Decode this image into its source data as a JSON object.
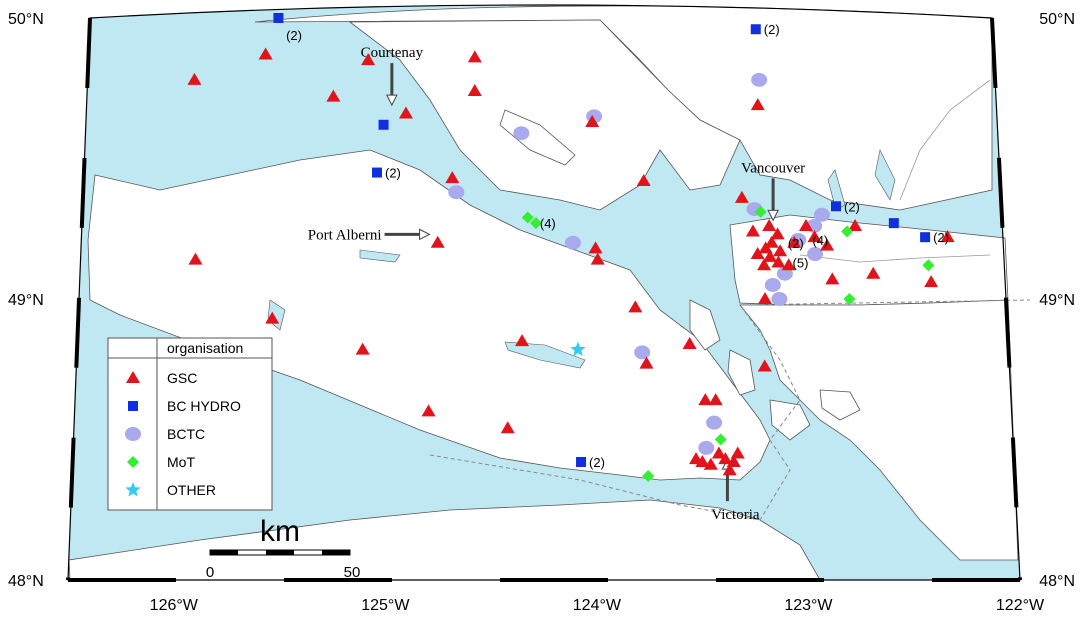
{
  "map": {
    "lon_ticks": [
      "126°W",
      "125°W",
      "124°W",
      "123°W",
      "122°W"
    ],
    "lat_ticks": [
      "50°N",
      "49°N",
      "48°N"
    ],
    "cities": [
      {
        "name": "Courtenay",
        "lon": -124.99,
        "lat": 49.69,
        "arrow": "down"
      },
      {
        "name": "Vancouver",
        "lon": -123.12,
        "lat": 49.28,
        "arrow": "down"
      },
      {
        "name": "Port Alberni",
        "lon": -124.8,
        "lat": 49.23,
        "arrow": "right"
      },
      {
        "name": "Victoria",
        "lon": -123.37,
        "lat": 48.43,
        "arrow": "up"
      }
    ],
    "colors": {
      "water": "#bfe8f2",
      "land": "#ffffff",
      "coast": "#555555",
      "GSC": "#e0141a",
      "BC HYDRO": "#1030e0",
      "BCTC": "#a9a9ee",
      "MoT": "#33ee33",
      "OTHER": "#33ccee"
    }
  },
  "legend": {
    "header": "organisation",
    "entries": [
      {
        "label": "GSC",
        "symbol": "triangle",
        "icon": "red-triangle-icon"
      },
      {
        "label": "BC HYDRO",
        "symbol": "square",
        "icon": "blue-square-icon"
      },
      {
        "label": "BCTC",
        "symbol": "circle",
        "icon": "lavender-circle-icon"
      },
      {
        "label": "MoT",
        "symbol": "diamond",
        "icon": "green-diamond-icon"
      },
      {
        "label": "OTHER",
        "symbol": "star",
        "icon": "cyan-star-icon"
      }
    ]
  },
  "scale_bar": {
    "title": "km",
    "start": "0",
    "end": "50"
  },
  "stations": {
    "GSC": [
      [
        -125.97,
        49.78
      ],
      [
        -125.62,
        49.87
      ],
      [
        -125.28,
        49.72
      ],
      [
        -125.11,
        49.85
      ],
      [
        -124.92,
        49.66
      ],
      [
        -124.58,
        49.86
      ],
      [
        -124.58,
        49.74
      ],
      [
        -124.69,
        49.43
      ],
      [
        -124.76,
        49.2
      ],
      [
        -125.94,
        49.14
      ],
      [
        -125.56,
        48.93
      ],
      [
        -125.12,
        48.82
      ],
      [
        -124.8,
        48.6
      ],
      [
        -124.42,
        48.54
      ],
      [
        -124.35,
        48.85
      ],
      [
        -124.0,
        49.63
      ],
      [
        -123.75,
        49.42
      ],
      [
        -123.99,
        49.18
      ],
      [
        -123.98,
        49.14
      ],
      [
        -123.8,
        48.97
      ],
      [
        -123.75,
        48.77
      ],
      [
        -123.54,
        48.84
      ],
      [
        -123.47,
        48.64
      ],
      [
        -123.42,
        48.64
      ],
      [
        -123.52,
        48.43
      ],
      [
        -123.49,
        48.42
      ],
      [
        -123.45,
        48.41
      ],
      [
        -123.41,
        48.45
      ],
      [
        -123.38,
        48.43
      ],
      [
        -123.34,
        48.42
      ],
      [
        -123.36,
        48.39
      ],
      [
        -123.32,
        48.45
      ],
      [
        -123.18,
        49.69
      ],
      [
        -123.27,
        49.36
      ],
      [
        -123.14,
        49.26
      ],
      [
        -123.22,
        49.24
      ],
      [
        -123.1,
        49.23
      ],
      [
        -123.13,
        49.2
      ],
      [
        -123.16,
        49.18
      ],
      [
        -123.09,
        49.17
      ],
      [
        -123.2,
        49.16
      ],
      [
        -123.14,
        49.15
      ],
      [
        -123.1,
        49.13
      ],
      [
        -123.05,
        49.12
      ],
      [
        -123.17,
        49.12
      ],
      [
        -123.02,
        49.2
      ],
      [
        -122.96,
        49.26
      ],
      [
        -122.92,
        49.22
      ],
      [
        -122.86,
        49.19
      ],
      [
        -122.72,
        49.26
      ],
      [
        -122.84,
        49.07
      ],
      [
        -122.64,
        49.09
      ],
      [
        -122.27,
        49.22
      ],
      [
        -122.36,
        49.06
      ],
      [
        -123.18,
        48.76
      ],
      [
        -123.17,
        49.0
      ]
    ],
    "BC HYDRO": [
      [
        -125.56,
        50.0
      ],
      [
        -123.18,
        49.96
      ],
      [
        -125.03,
        49.62
      ],
      [
        -125.06,
        49.45
      ],
      [
        -122.81,
        49.33
      ],
      [
        -122.53,
        49.27
      ],
      [
        -122.38,
        49.22
      ],
      [
        -124.07,
        48.42
      ]
    ],
    "BCTC": [
      [
        -123.17,
        49.78
      ],
      [
        -124.35,
        49.59
      ],
      [
        -123.99,
        49.65
      ],
      [
        -124.67,
        49.38
      ],
      [
        -124.1,
        49.2
      ],
      [
        -123.77,
        48.81
      ],
      [
        -123.21,
        49.32
      ],
      [
        -122.88,
        49.3
      ],
      [
        -122.92,
        49.26
      ],
      [
        -123.0,
        49.21
      ],
      [
        -122.92,
        49.16
      ],
      [
        -123.13,
        49.05
      ],
      [
        -123.07,
        49.09
      ],
      [
        -123.1,
        49.0
      ],
      [
        -123.43,
        48.56
      ],
      [
        -123.47,
        48.47
      ]
    ],
    "MoT": [
      [
        -124.32,
        49.29
      ],
      [
        -124.28,
        49.27
      ],
      [
        -123.18,
        49.31
      ],
      [
        -122.76,
        49.24
      ],
      [
        -122.76,
        49.0
      ],
      [
        -122.37,
        49.12
      ],
      [
        -123.75,
        48.37
      ],
      [
        -123.4,
        48.5
      ]
    ],
    "OTHER": [
      [
        -124.08,
        48.82
      ]
    ]
  },
  "station_counts": [
    {
      "text": "(2)",
      "lon": -125.56,
      "lat": 49.94
    },
    {
      "text": "(2)",
      "lon": -123.18,
      "lat": 49.96
    },
    {
      "text": "(2)",
      "lon": -125.06,
      "lat": 49.45
    },
    {
      "text": "(4)",
      "lon": -124.3,
      "lat": 49.27
    },
    {
      "text": "(2)",
      "lon": -122.81,
      "lat": 49.33
    },
    {
      "text": "(2)",
      "lon": -122.38,
      "lat": 49.22
    },
    {
      "text": "(2)",
      "lon": -123.09,
      "lat": 49.2
    },
    {
      "text": "(4)",
      "lon": -122.97,
      "lat": 49.21
    },
    {
      "text": "(5)",
      "lon": -123.07,
      "lat": 49.13
    },
    {
      "text": "(2)",
      "lon": -124.07,
      "lat": 48.42
    }
  ]
}
